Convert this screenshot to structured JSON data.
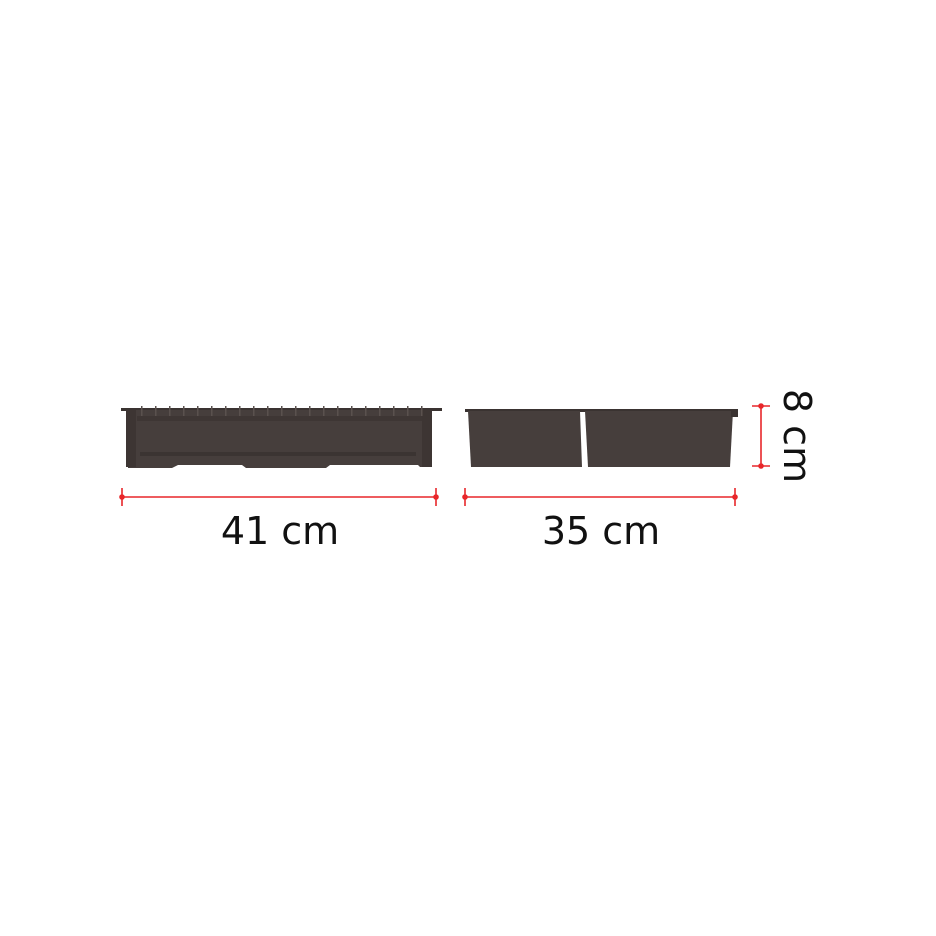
{
  "dimensions": {
    "width_label": "41 cm",
    "depth_label": "35 cm",
    "height_label": "8 cm"
  },
  "colors": {
    "product": "#463e3c",
    "dimension_line": "#e8262a"
  },
  "views": [
    {
      "name": "front-view",
      "compartments": 1
    },
    {
      "name": "side-view",
      "compartments": 2
    }
  ]
}
